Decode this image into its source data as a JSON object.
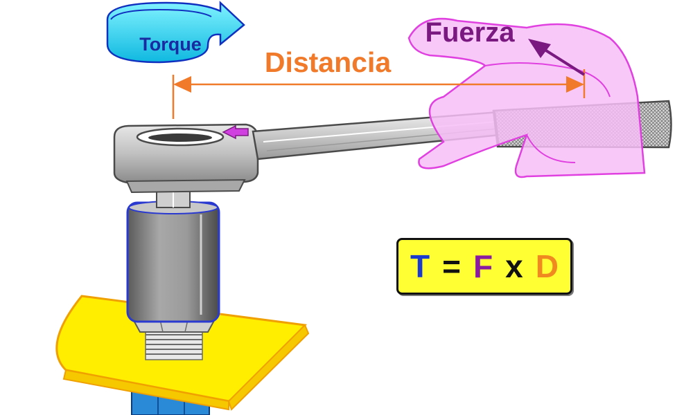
{
  "labels": {
    "torque": "Torque",
    "distance": "Distancia",
    "force": "Fuerza"
  },
  "formula": {
    "t": "T",
    "equals": "=",
    "f": "F",
    "times": "x",
    "d": "D"
  },
  "colors": {
    "torque_arrow": "#1ad6f0",
    "torque_outline": "#1030c0",
    "distance": "#f07a2a",
    "force": "#7a1a80",
    "hand": "#f7c0f7",
    "hand_outline": "#e040e0",
    "plate": "#ffee00",
    "plate_edge": "#f0a000",
    "wrench": "#c8c8c8",
    "socket": "#8a8a8a",
    "formula_box": "#ffff33",
    "formula_t": "#1a3ad0",
    "formula_f": "#8a1aa0",
    "formula_d": "#f08a20"
  }
}
